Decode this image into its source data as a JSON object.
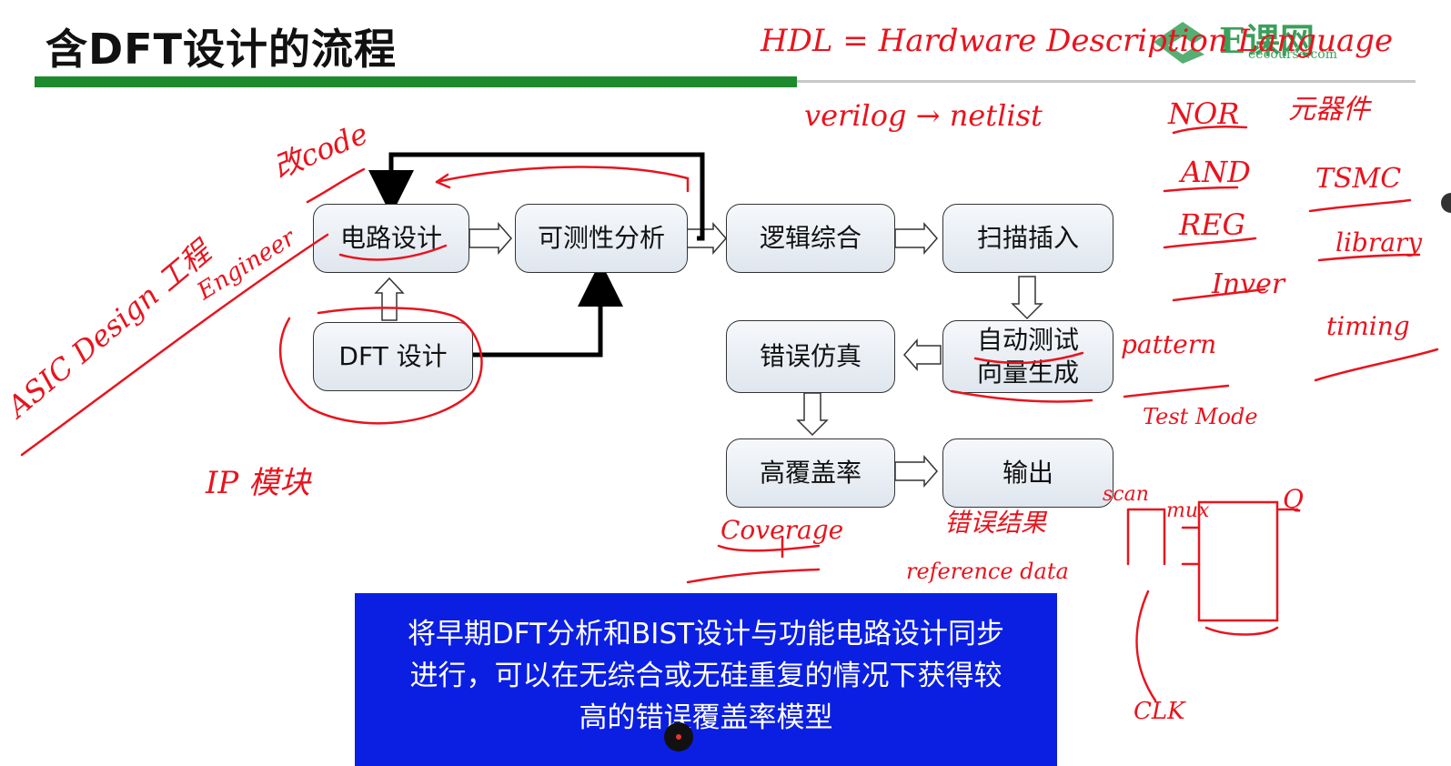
{
  "slide": {
    "title": "含DFT设计的流程",
    "logo": {
      "cn": "E课网",
      "en": "eecourse.com"
    }
  },
  "flow": {
    "boxes": {
      "circuit": "电路设计",
      "testability": "可测性分析",
      "synthesis": "逻辑综合",
      "scan": "扫描插入",
      "dft": "DFT  设计",
      "atpg_line1": "自动测试",
      "atpg_line2": "向量生成",
      "fault_sim": "错误仿真",
      "coverage": "高覆盖率",
      "output": "输出"
    }
  },
  "note": {
    "line1": "将早期DFT分析和BIST设计与功能电路设计同步",
    "line2": "进行，可以在无综合或无硅重复的情况下获得较",
    "line3": "高的错误覆盖率模型"
  },
  "handwriting": {
    "hdl": "HDL = Hardware Description Language",
    "verilog": "verilog → netlist",
    "code": "改code",
    "asic": "ASIC Design 工程",
    "engineer": "Engineer",
    "ip": "IP 模块",
    "nor": "NOR",
    "and": "AND",
    "reg": "REG",
    "inver": "Inver",
    "device": "元器件",
    "tsmc": "TSMC",
    "library": "library",
    "timing": "timing",
    "pattern": "pattern",
    "test_mode": "Test Mode",
    "scan": "scan",
    "mux": "mux",
    "q": "Q",
    "clk": "CLK",
    "coverage": "Coverage",
    "ref_cn": "错误结果",
    "reference": "reference data"
  },
  "colors": {
    "title_bar": "#1e8a2e",
    "note_bg": "#0b1fe3",
    "ink": "#e8141e",
    "logo": "#3aa05a"
  }
}
